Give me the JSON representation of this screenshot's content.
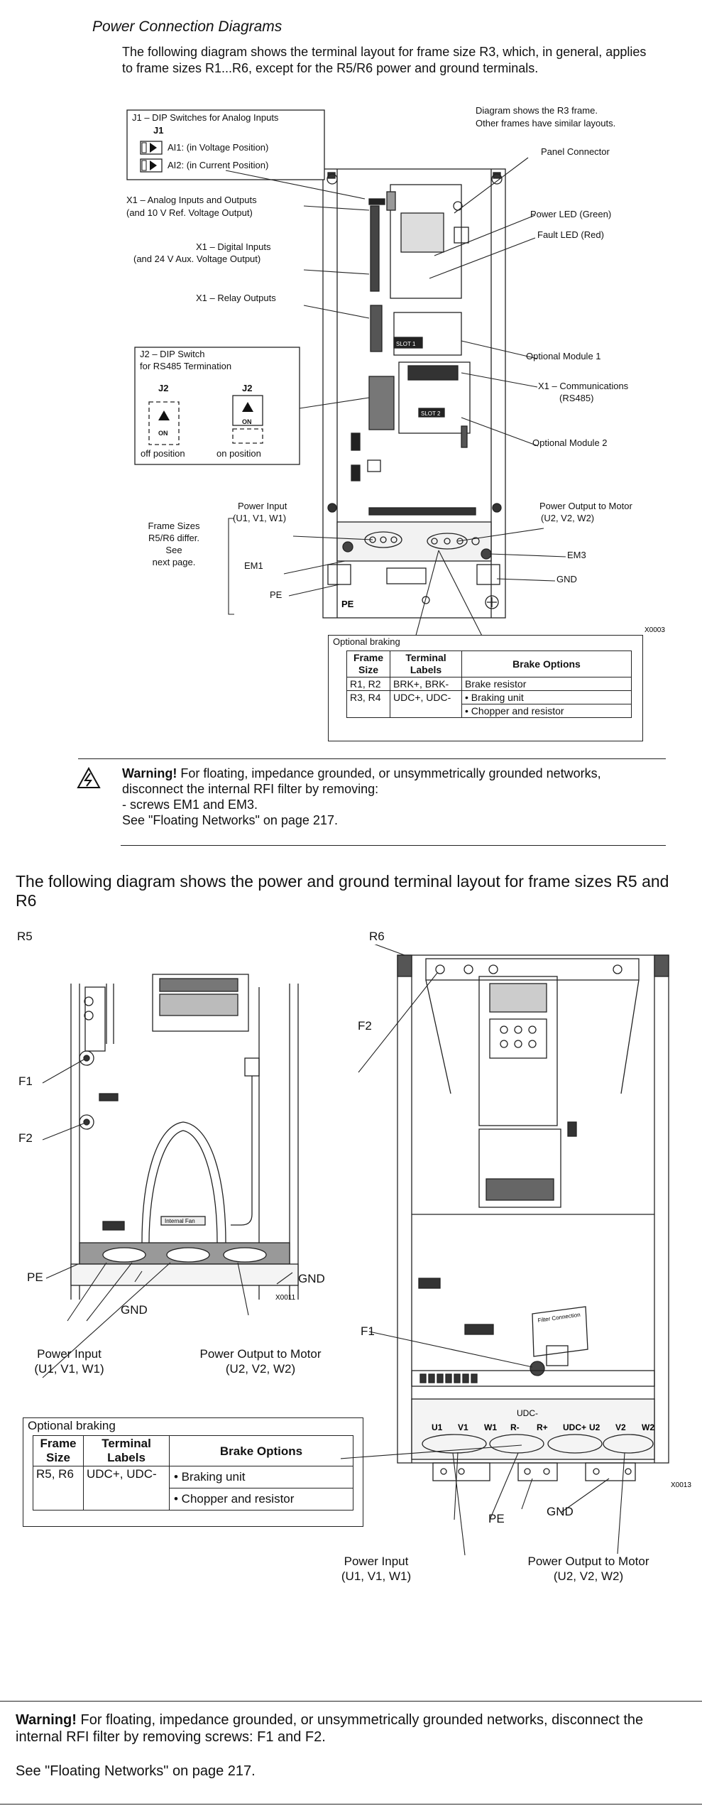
{
  "heading": "Power Connection Diagrams",
  "intro": "The following diagram shows the terminal layout for frame size R3, which, in general, applies to frame sizes R1...R6, except for the R5/R6 power and ground terminals.",
  "r3": {
    "j1_box_title": "J1 – DIP Switches for Analog Inputs",
    "j1_label": "J1",
    "ai1": "AI1: (in Voltage Position)",
    "ai2": "AI2: (in Current Position)",
    "note_line1": "Diagram shows the R3 frame.",
    "note_line2": "Other frames have similar layouts.",
    "panel_connector": "Panel Connector",
    "x1_analog_1": "X1 – Analog Inputs and Outputs",
    "x1_analog_2": "(and 10 V Ref. Voltage Output)",
    "power_led": "Power LED (Green)",
    "fault_led": "Fault LED (Red)",
    "x1_digital_1": "X1 – Digital Inputs",
    "x1_digital_2": "(and 24 V Aux. Voltage Output)",
    "x1_relay": "X1 – Relay Outputs",
    "j2_box_title_1": "J2 – DIP Switch",
    "j2_box_title_2": "for RS485 Termination",
    "j2": "J2",
    "on": "ON",
    "off_position": "off position",
    "on_position": "on position",
    "optional_module_1": "Optional Module 1",
    "x1_comm_1": "X1 – Communications",
    "x1_comm_2": "(RS485)",
    "optional_module_2": "Optional Module 2",
    "power_input_1": "Power Input",
    "power_input_2": "(U1, V1, W1)",
    "power_output_1": "Power Output to Motor",
    "power_output_2": "(U2, V2, W2)",
    "frame_note_1": "Frame Sizes",
    "frame_note_2": "R5/R6 differ.",
    "frame_note_3": "See",
    "frame_note_4": "next page.",
    "em1": "EM1",
    "em3": "EM3",
    "gnd": "GND",
    "pe": "PE",
    "code": "X0003",
    "pcb_mark_1": "SLOT 1",
    "pcb_mark_2": "SLOT 2",
    "pcb_pe": "PE"
  },
  "braking1": {
    "title": "Optional braking",
    "headers": [
      "Frame Size",
      "Terminal Labels",
      "Brake Options"
    ],
    "rows": [
      {
        "frame": "R1, R2",
        "labels": "BRK+, BRK-",
        "options": [
          "Brake resistor"
        ]
      },
      {
        "frame": "R3, R4",
        "labels": "UDC+, UDC-",
        "options": [
          "• Braking unit",
          "• Chopper and resistor"
        ]
      }
    ]
  },
  "warning1": {
    "bold": "Warning!",
    "text": "For floating, impedance grounded, or unsymmetrically grounded networks, disconnect the internal RFI filter by removing:",
    "line2": "- screws EM1 and EM3.",
    "line3": "See \"Floating Networks\" on page 217."
  },
  "section2_title": "The following diagram shows the power and ground terminal layout for frame sizes R5 and R6",
  "r5": {
    "label": "R5",
    "f1": "F1",
    "f2": "F2",
    "pe": "PE",
    "gnd_left": "GND",
    "gnd_right": "GND",
    "code": "X0011",
    "power_input_1": "Power Input",
    "power_input_2": "(U1, V1, W1)",
    "power_output_1": "Power Output to Motor",
    "power_output_2": "(U2, V2, W2)",
    "internal_fan": "Internal Fan"
  },
  "r6": {
    "label": "R6",
    "f1": "F1",
    "f2": "F2",
    "pe": "PE",
    "gnd": "GND",
    "code": "X0013",
    "power_input_1": "Power Input",
    "power_input_2": "(U1, V1, W1)",
    "power_output_1": "Power Output to Motor",
    "power_output_2": "(U2, V2, W2)",
    "udc": "UDC-",
    "terminals": [
      "U1",
      "V1",
      "W1",
      "R-",
      "R+",
      "UDC+",
      "U2",
      "V2",
      "W2"
    ],
    "filter_label": "Filter Connection"
  },
  "braking2": {
    "title": "Optional braking",
    "headers": [
      "Frame Size",
      "Terminal Labels",
      "Brake Options"
    ],
    "rows": [
      {
        "frame": "R5, R6",
        "labels": "UDC+, UDC-",
        "options": [
          "• Braking unit",
          "• Chopper and resistor"
        ]
      }
    ]
  },
  "warning2": {
    "bold": "Warning!",
    "text": "For floating, impedance grounded, or unsymmetrically grounded networks, disconnect the internal RFI filter by removing screws: F1 and F2.",
    "line2": "See \"Floating Networks\" on page 217."
  }
}
